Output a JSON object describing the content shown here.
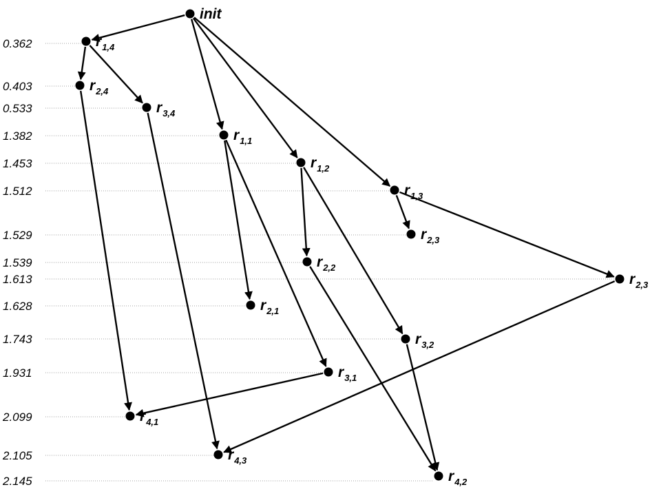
{
  "scale_labels": [
    "0.362",
    "0.403",
    "0.533",
    "1.382",
    "1.453",
    "1.512",
    "1.529",
    "1.539",
    "1.613",
    "1.628",
    "1.743",
    "1.931",
    "2.099",
    "2.105",
    "2.145"
  ],
  "nodes": [
    {
      "id": "init",
      "label": "init",
      "sub": ""
    },
    {
      "id": "r14",
      "label": "r",
      "sub": "1,4"
    },
    {
      "id": "r24",
      "label": "r",
      "sub": "2,4"
    },
    {
      "id": "r34",
      "label": "r",
      "sub": "3,4"
    },
    {
      "id": "r11",
      "label": "r",
      "sub": "1,1"
    },
    {
      "id": "r12",
      "label": "r",
      "sub": "1,2"
    },
    {
      "id": "r13",
      "label": "r",
      "sub": "1,3"
    },
    {
      "id": "r23a",
      "label": "r",
      "sub": "2,3"
    },
    {
      "id": "r22",
      "label": "r",
      "sub": "2,2"
    },
    {
      "id": "r23b",
      "label": "r",
      "sub": "2,3"
    },
    {
      "id": "r21",
      "label": "r",
      "sub": "2,1"
    },
    {
      "id": "r32",
      "label": "r",
      "sub": "3,2"
    },
    {
      "id": "r31",
      "label": "r",
      "sub": "3,1"
    },
    {
      "id": "r41",
      "label": "r",
      "sub": "4,1"
    },
    {
      "id": "r43",
      "label": "r",
      "sub": "4,3"
    },
    {
      "id": "r42",
      "label": "r",
      "sub": "4,2"
    }
  ],
  "edges": [
    {
      "from": "init",
      "to": "r14"
    },
    {
      "from": "init",
      "to": "r11"
    },
    {
      "from": "init",
      "to": "r12"
    },
    {
      "from": "init",
      "to": "r13"
    },
    {
      "from": "r14",
      "to": "r24"
    },
    {
      "from": "r14",
      "to": "r34"
    },
    {
      "from": "r24",
      "to": "r41"
    },
    {
      "from": "r34",
      "to": "r43"
    },
    {
      "from": "r11",
      "to": "r21"
    },
    {
      "from": "r11",
      "to": "r31"
    },
    {
      "from": "r12",
      "to": "r22"
    },
    {
      "from": "r12",
      "to": "r32"
    },
    {
      "from": "r13",
      "to": "r23a"
    },
    {
      "from": "r13",
      "to": "r23b"
    },
    {
      "from": "r22",
      "to": "r42"
    },
    {
      "from": "r32",
      "to": "r42"
    },
    {
      "from": "r31",
      "to": "r41"
    },
    {
      "from": "r23b",
      "to": "r43"
    }
  ]
}
